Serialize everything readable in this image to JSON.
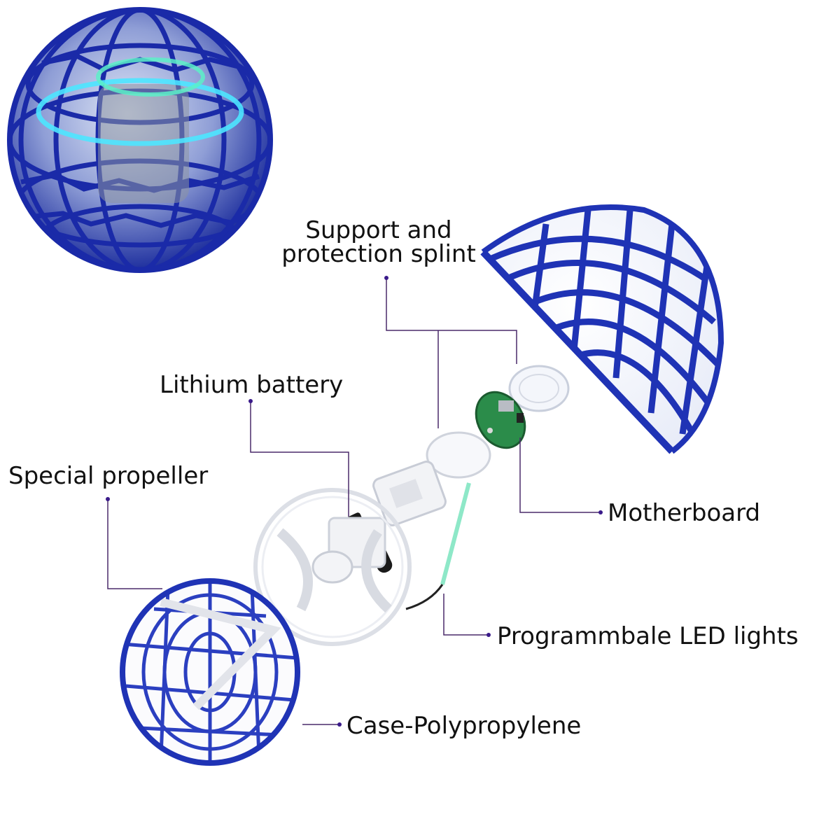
{
  "colors": {
    "shell_blue": "#2438b8",
    "shell_dark": "#15207a",
    "led_cyan": "#4de6ff",
    "leader_line": "#4a2a6a",
    "leader_dot": "#3a1a8a",
    "text": "#111111"
  },
  "labels": {
    "support_line1": "Support and",
    "support_line2": "protection splint",
    "lithium": "Lithium battery",
    "propeller": "Special propeller",
    "motherboard": "Motherboard",
    "led": "Programmbale LED lights",
    "case": "Case-Polypropylene"
  },
  "parts": [
    "assembled-ball-image",
    "upper-shell-image",
    "lower-shell-image",
    "propeller-ring-image",
    "motor-image",
    "battery-image",
    "motherboard-image",
    "splint-disc-image"
  ]
}
